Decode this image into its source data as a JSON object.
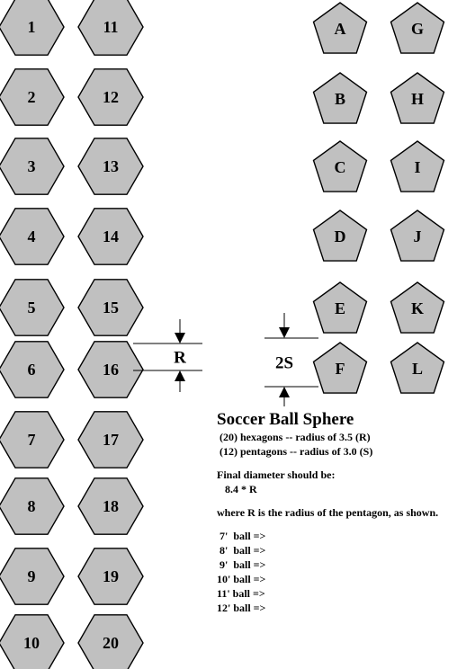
{
  "hexagons": {
    "labels": [
      "1",
      "2",
      "3",
      "4",
      "5",
      "6",
      "7",
      "8",
      "9",
      "10",
      "11",
      "12",
      "13",
      "14",
      "15",
      "16",
      "17",
      "18",
      "19",
      "20"
    ]
  },
  "pentagons": {
    "labels": [
      "A",
      "B",
      "C",
      "D",
      "E",
      "F",
      "G",
      "H",
      "I",
      "J",
      "K",
      "L"
    ]
  },
  "dimensions": {
    "hex_label": "R",
    "pent_label": "2S"
  },
  "notes": {
    "title": "Soccer Ball Sphere",
    "spec_hex": " (20) hexagons -- radius of 3.5 (R)",
    "spec_pent": " (12) pentagons -- radius of 3.0 (S)",
    "final_label": "Final diameter should be:",
    "formula": "   8.4 * R",
    "where": "where R is the radius of the pentagon, as shown.",
    "balls": [
      " 7'  ball =>",
      " 8'  ball =>",
      " 9'  ball =>",
      "10' ball =>",
      "11' ball =>",
      "12' ball =>"
    ]
  },
  "colors": {
    "shape_fill": "#c0c0c0",
    "outline": "#000000",
    "background": "#ffffff"
  }
}
